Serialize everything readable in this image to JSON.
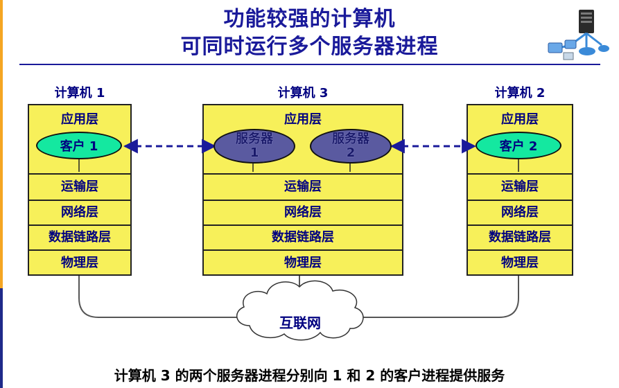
{
  "title": {
    "line1": "功能较强的计算机",
    "line2": "可同时运行多个服务器进程"
  },
  "computers": {
    "c1": {
      "label": "计算机 1",
      "app_layer": "应用层",
      "client": "客户 1",
      "layers": [
        "运输层",
        "网络层",
        "数据链路层",
        "物理层"
      ]
    },
    "c3": {
      "label": "计算机 3",
      "app_layer": "应用层",
      "server1": {
        "line1": "服务器",
        "line2": "1"
      },
      "server2": {
        "line1": "服务器",
        "line2": "2"
      },
      "layers": [
        "运输层",
        "网络层",
        "数据链路层",
        "物理层"
      ]
    },
    "c2": {
      "label": "计算机 2",
      "app_layer": "应用层",
      "client": "客户 2",
      "layers": [
        "运输层",
        "网络层",
        "数据链路层",
        "物理层"
      ]
    }
  },
  "network": {
    "label": "互联网"
  },
  "caption": "计算机 3 的两个服务器进程分别向 1 和 2 的客户进程提供服务",
  "colors": {
    "layer_fill": "#f7f05a",
    "client_fill": "#14e8a0",
    "server_fill": "#5a5aa0",
    "text_blue": "#000080",
    "arrow_blue": "#1a1a9a"
  },
  "icons": [
    "network-logo-icon",
    "cloud-icon"
  ]
}
